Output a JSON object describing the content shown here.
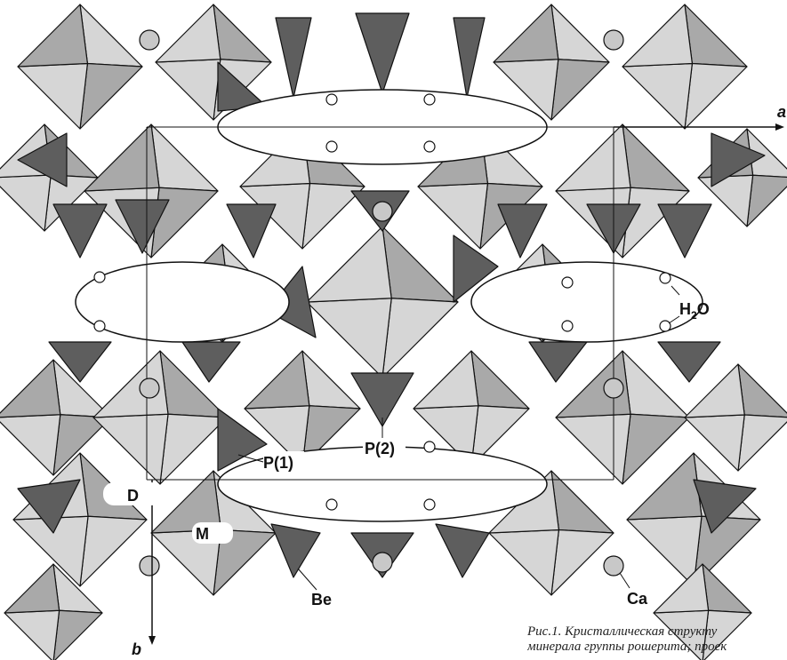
{
  "figure": {
    "labels": {
      "axis_a": "a",
      "axis_b": "b",
      "water": "H",
      "water_sub": "2",
      "water_o": "O",
      "p1": "P(1)",
      "p2": "P(2)",
      "d_site": "D",
      "m_site": "M",
      "be": "Be",
      "ca": "Ca"
    },
    "caption": {
      "line1": "Рис.1. Кристаллическая структу",
      "line2": "минерала группы рошерита; проек"
    },
    "colors": {
      "octahedron_light": "#d6d6d6",
      "octahedron_mid": "#a9a9a9",
      "tetrahedron_dark": "#5e5e5e",
      "edge": "#111111"
    }
  }
}
